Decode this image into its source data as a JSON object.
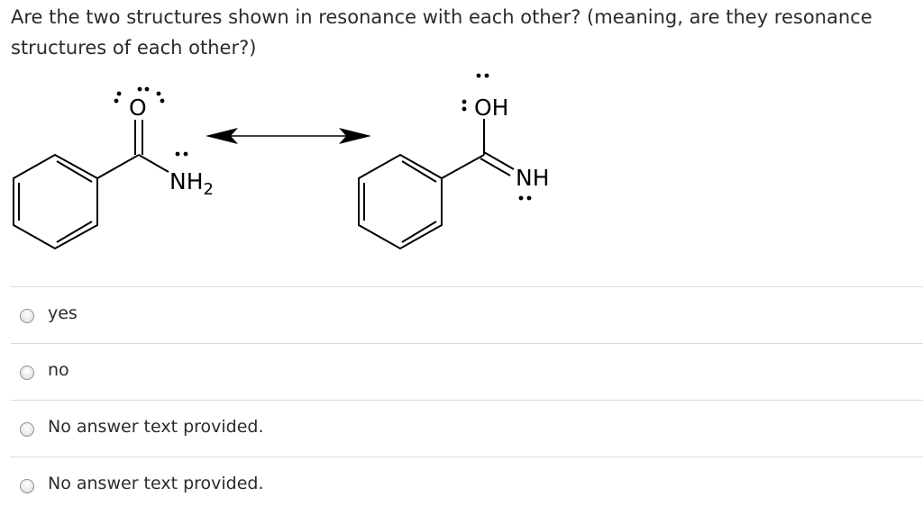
{
  "question": {
    "text": "Are the two structures shown in resonance with each other? (meaning, are they resonance structures of each other?)"
  },
  "structures": {
    "left": {
      "o_label": "O",
      "nh_label": "NH",
      "nh_sub": "2"
    },
    "right": {
      "oh_label": "OH",
      "nh_label": "NH"
    }
  },
  "options": [
    {
      "label": "yes"
    },
    {
      "label": "no"
    },
    {
      "label": "No answer text provided."
    },
    {
      "label": "No answer text provided."
    }
  ]
}
